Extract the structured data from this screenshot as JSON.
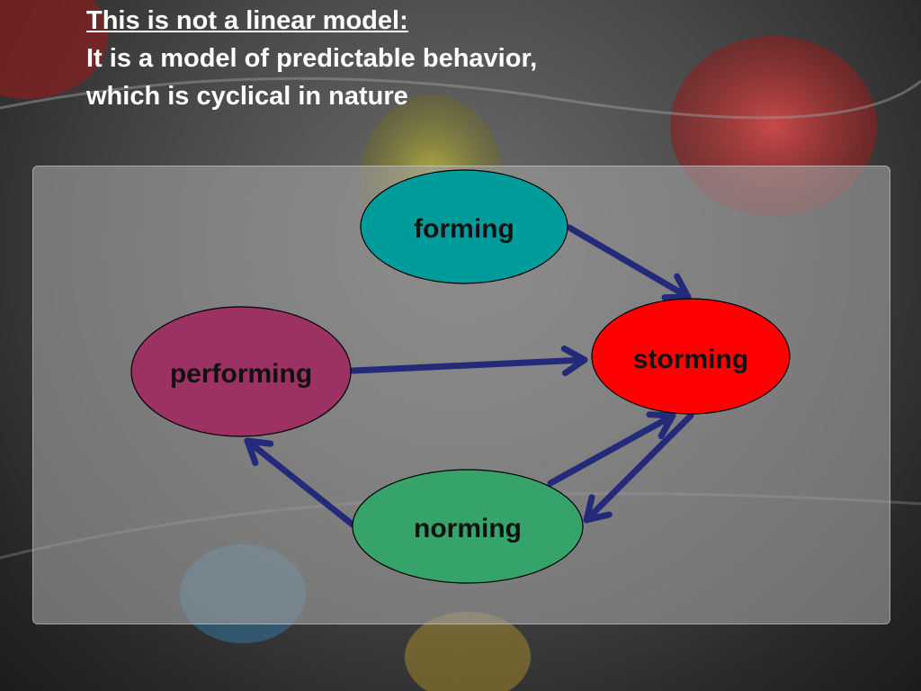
{
  "title": {
    "underlined": "This is not a linear model:",
    "body": "It is a model of predictable behavior, which is cyclical in nature"
  },
  "nodes": {
    "forming": {
      "label": "forming",
      "color": "#009c9c"
    },
    "storming": {
      "label": "storming",
      "color": "#ff0000"
    },
    "norming": {
      "label": "norming",
      "color": "#35a36a"
    },
    "performing": {
      "label": "performing",
      "color": "#9c3264"
    }
  },
  "arrow_color": "#242a7a",
  "edges": [
    {
      "from": "forming",
      "to": "storming"
    },
    {
      "from": "performing",
      "to": "storming"
    },
    {
      "from": "norming",
      "to": "storming"
    },
    {
      "from": "storming",
      "to": "norming"
    },
    {
      "from": "norming",
      "to": "performing"
    }
  ]
}
